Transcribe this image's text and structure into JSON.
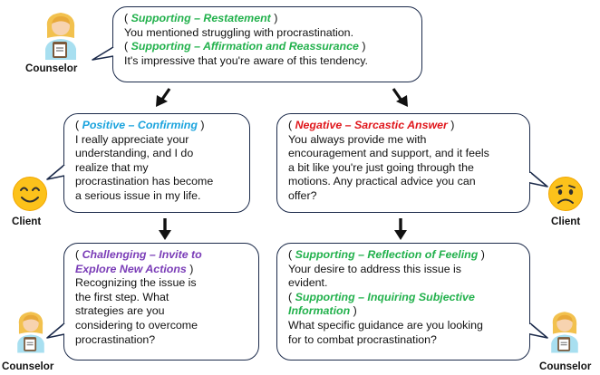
{
  "top_bubble": {
    "tag1": "Supporting – Restatement",
    "text1": "You mentioned struggling with procrastination.",
    "tag2": "Supporting – Affirmation and Reassurance",
    "text2": "It's impressive that you're aware of this tendency."
  },
  "left_client_bubble": {
    "tag": "Positive – Confirming",
    "lines": [
      "I really appreciate your",
      "understanding, and I do",
      "realize that my",
      "procrastination has become",
      "a serious issue in my life."
    ]
  },
  "right_client_bubble": {
    "tag": "Negative – Sarcastic Answer",
    "lines": [
      "You always provide me with",
      "encouragement and support, and it feels",
      "a bit like you're just going through the",
      "motions. Any practical advice you can",
      "offer?"
    ]
  },
  "left_counselor_bubble": {
    "tag_line1": "Challenging – Invite to",
    "tag_line2": "Explore New Actions",
    "lines": [
      "Recognizing the issue is",
      "the first step. What",
      "strategies are you",
      "considering to overcome",
      "procrastination?"
    ]
  },
  "right_counselor_bubble": {
    "tag1": "Supporting – Reflection of Feeling",
    "text1_lines": [
      "Your desire to address this issue is",
      "evident."
    ],
    "tag2_line1": "Supporting – Inquiring Subjective",
    "tag2_line2": "Information",
    "text2_lines": [
      "What specific guidance are you looking",
      "for to combat procrastination?"
    ]
  },
  "labels": {
    "counselor": "Counselor",
    "client": "Client"
  },
  "colors": {
    "supporting": "#22b14c",
    "positive": "#1aa3dd",
    "negative": "#e0161b",
    "challenging": "#7a3cb7",
    "bubble_border": "#1b2a4a"
  },
  "icons": {
    "counselor": "counselor-avatar-icon",
    "happy_client": "smiley-face-icon",
    "sad_client": "sad-face-icon",
    "arrow": "down-arrow-icon"
  }
}
